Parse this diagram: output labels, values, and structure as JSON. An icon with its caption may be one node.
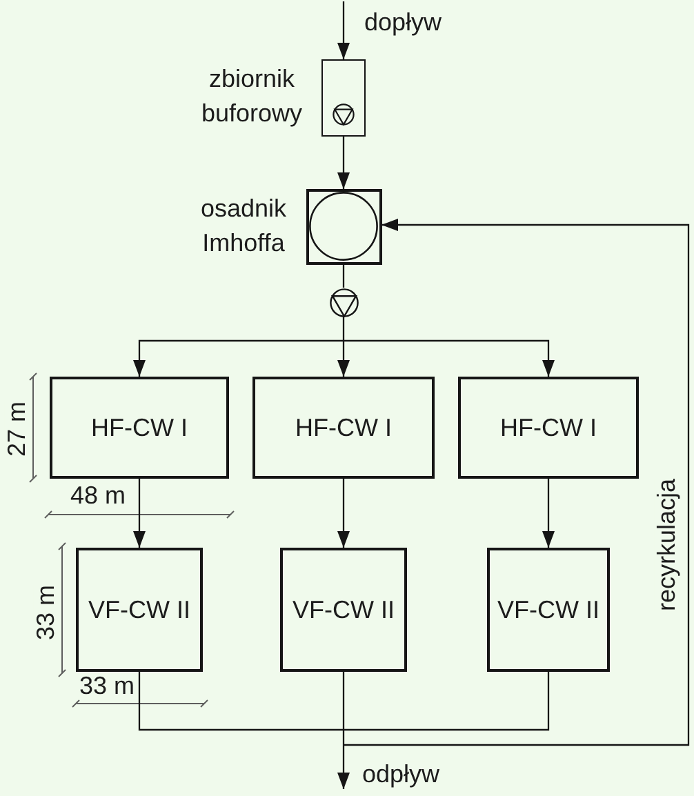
{
  "diagram": {
    "nodes": [
      {
        "text": [
          "zbiornik buforowy"
        ]
      },
      {
        "text": [
          "osadnik Imhoffa"
        ]
      },
      {
        "text": [],
        "shape": "pump"
      },
      {
        "text": [
          "HF-CW I"
        ]
      },
      {
        "text": [
          "HF-CW I"
        ]
      },
      {
        "text": [
          "HF-CW I"
        ]
      },
      {
        "text": [
          "VF-CW II"
        ]
      },
      {
        "text": [
          "VF-CW II"
        ]
      },
      {
        "text": [
          "VF-CW II"
        ]
      }
    ],
    "edges": [
      {
        "from": null,
        "to": 0,
        "arrow": "to",
        "label": "dopływ"
      },
      {
        "from": 0,
        "to": 1,
        "arrow": "to"
      },
      {
        "from": 1,
        "to": 2,
        "arrow": "none"
      },
      {
        "from": 2,
        "to": 3,
        "arrow": "to"
      },
      {
        "from": 2,
        "to": 4,
        "arrow": "to"
      },
      {
        "from": 2,
        "to": 5,
        "arrow": "to"
      },
      {
        "from": 3,
        "to": 6,
        "arrow": "to"
      },
      {
        "from": 4,
        "to": 7,
        "arrow": "to"
      },
      {
        "from": 5,
        "to": 8,
        "arrow": "to"
      },
      {
        "from": 6,
        "to": null,
        "arrow": "to"
      },
      {
        "from": 7,
        "to": null,
        "arrow": "to",
        "label": "odpływ"
      },
      {
        "from": 8,
        "to": null,
        "arrow": "to"
      },
      {
        "from": 6,
        "to": 1,
        "arrow": "to"
      },
      {
        "from": 7,
        "to": 1,
        "arrow": "to"
      },
      {
        "from": 8,
        "to": 1,
        "arrow": "to",
        "label": "recyrkulacja"
      }
    ],
    "labels": [
      "27 m",
      "48 m",
      "33 m",
      "33 m"
    ]
  }
}
